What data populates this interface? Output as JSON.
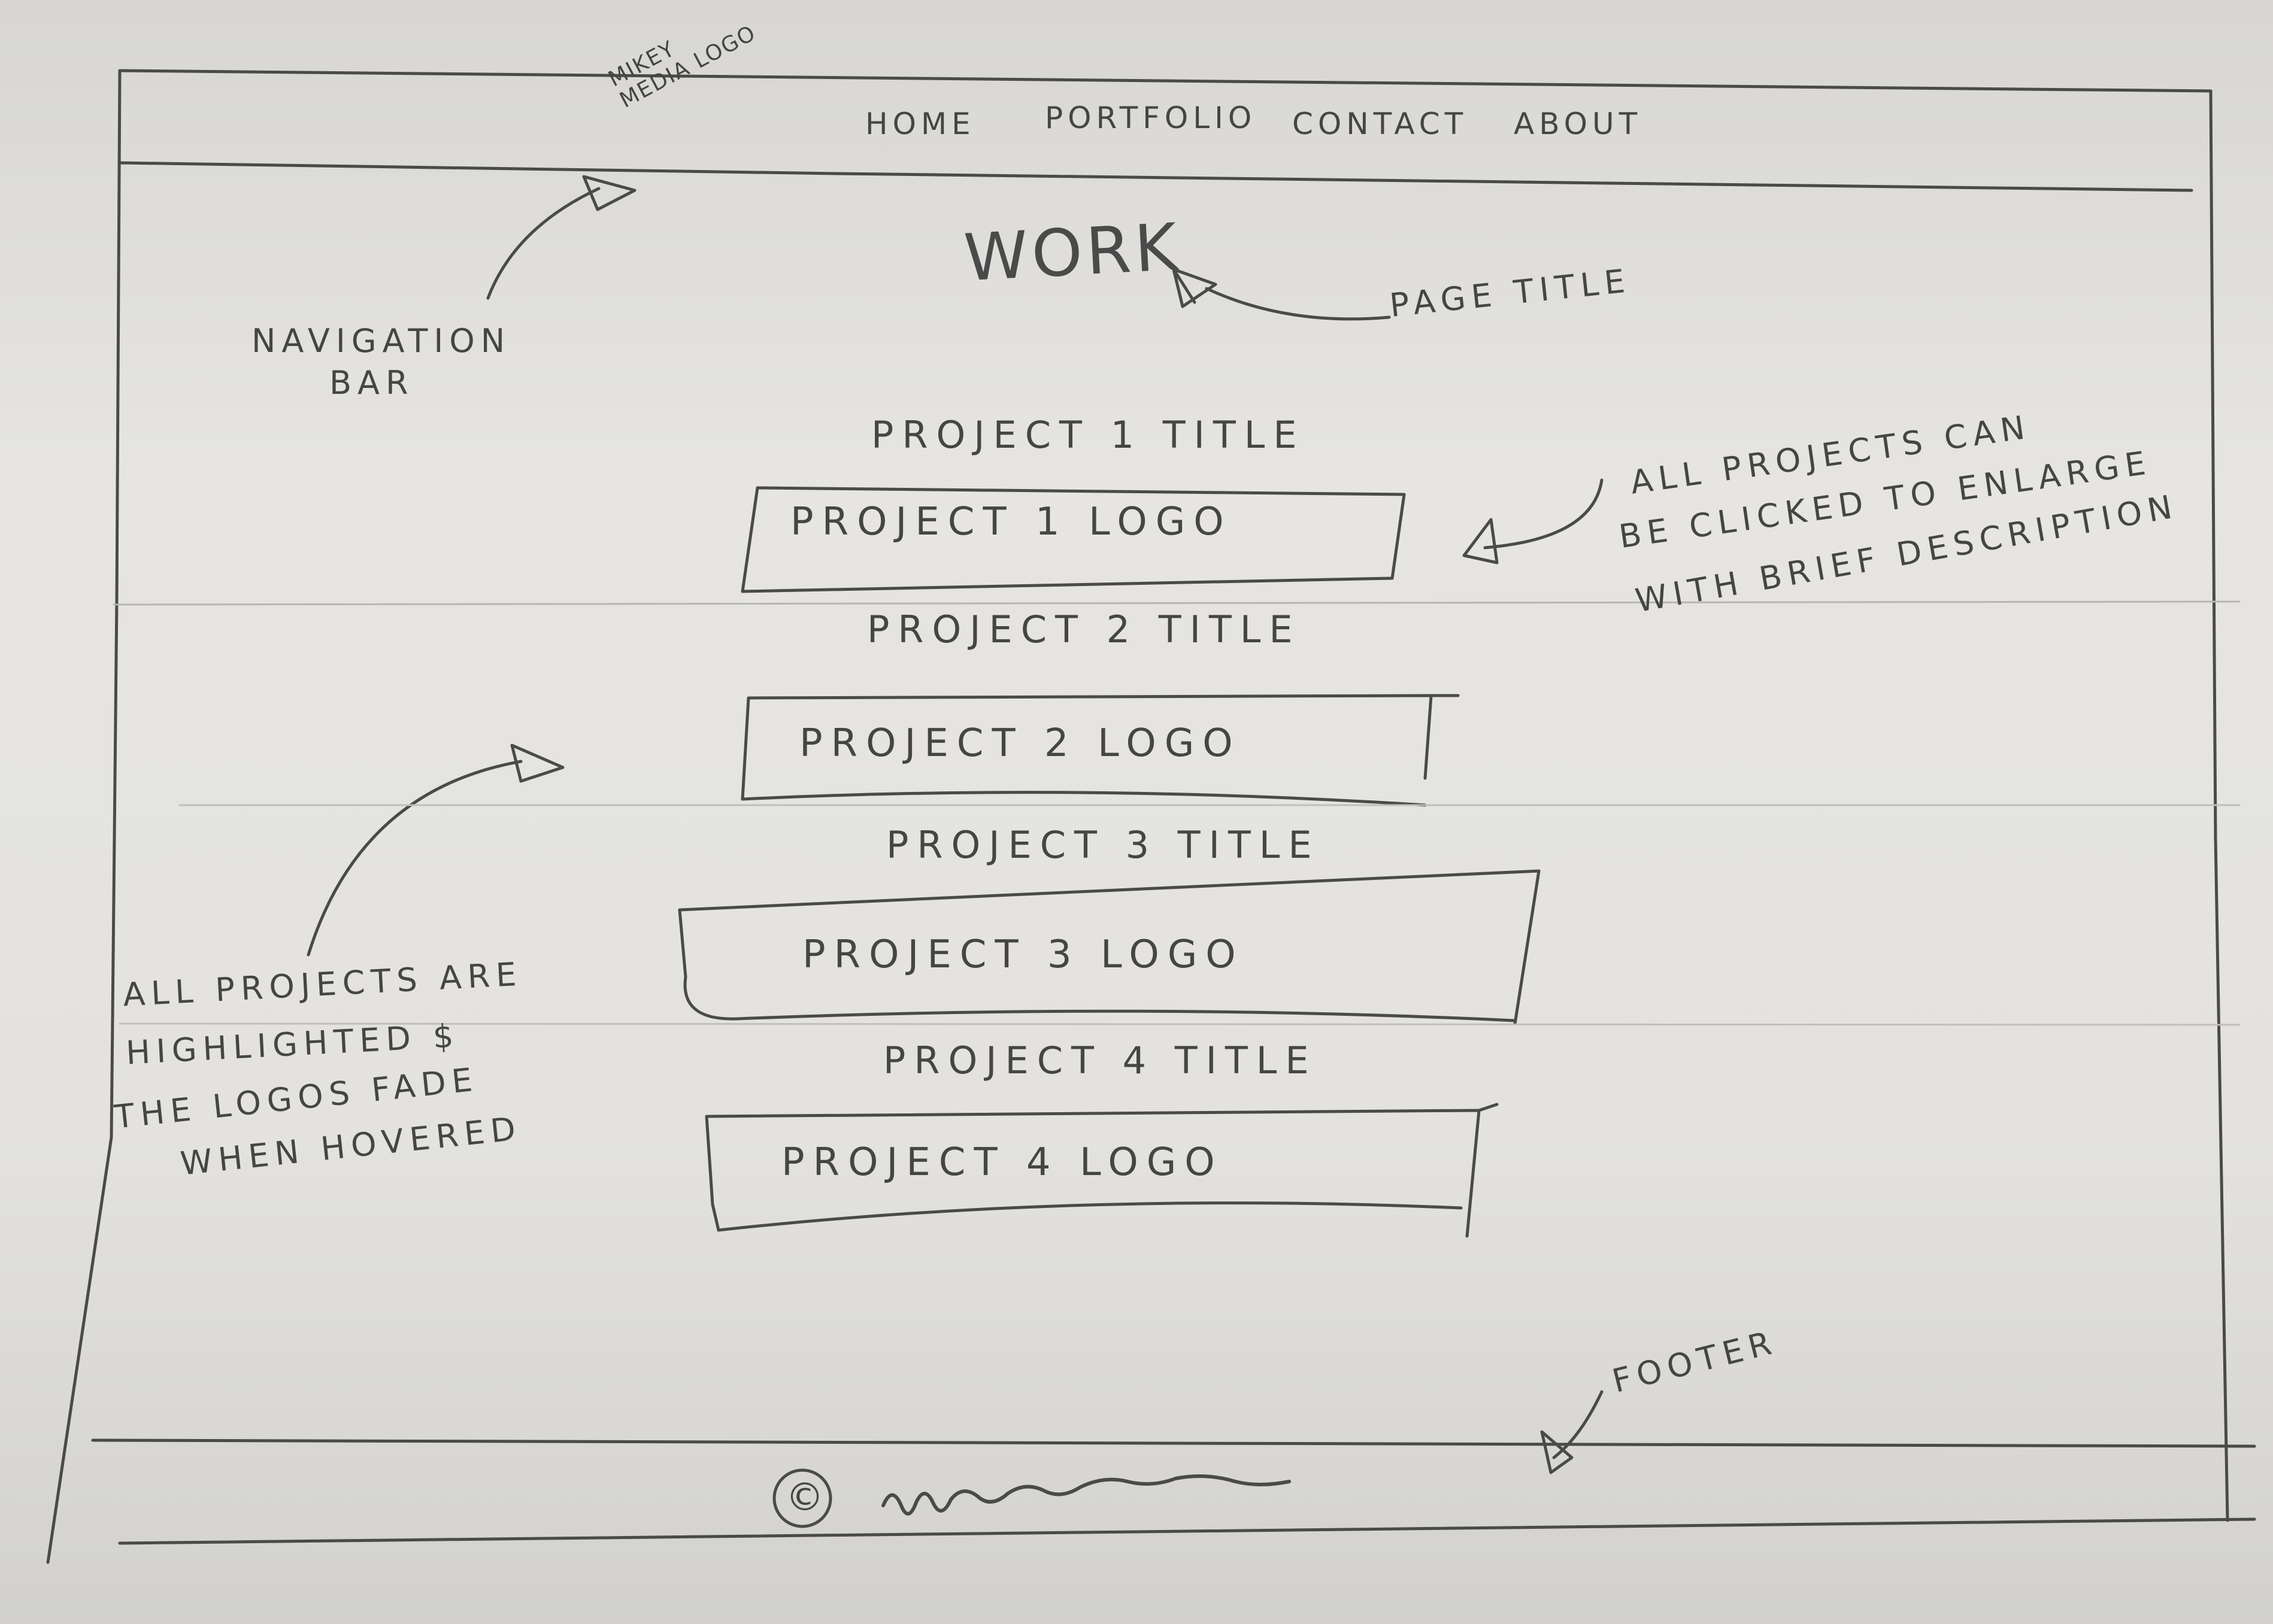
{
  "nav": {
    "logo": "MIKEY MEDIA LOGO",
    "items": [
      "HOME",
      "PORTFOLIO",
      "CONTACT",
      "ABOUT"
    ]
  },
  "page_title": "WORK",
  "projects": [
    {
      "title": "PROJECT 1 TITLE",
      "logo": "PROJECT 1 LOGO"
    },
    {
      "title": "PROJECT 2 TITLE",
      "logo": "PROJECT 2 LOGO"
    },
    {
      "title": "PROJECT 3 TITLE",
      "logo": "PROJECT 3 LOGO"
    },
    {
      "title": "PROJECT 4 TITLE",
      "logo": "PROJECT 4 LOGO"
    }
  ],
  "annotations": {
    "navigation_bar": [
      "NAVIGATION",
      "BAR"
    ],
    "page_title": "PAGE TITLE",
    "projects_click": [
      "ALL PROJECTS CAN",
      "BE CLICKED TO ENLARGE",
      "WITH BRIEF DESCRIPTION"
    ],
    "projects_hover": [
      "ALL PROJECTS ARE",
      "HIGHLIGHTED $",
      "THE LOGOS FADE",
      "WHEN HOVERED"
    ],
    "footer": "FOOTER"
  },
  "footer": {
    "copyright_symbol": "©"
  }
}
